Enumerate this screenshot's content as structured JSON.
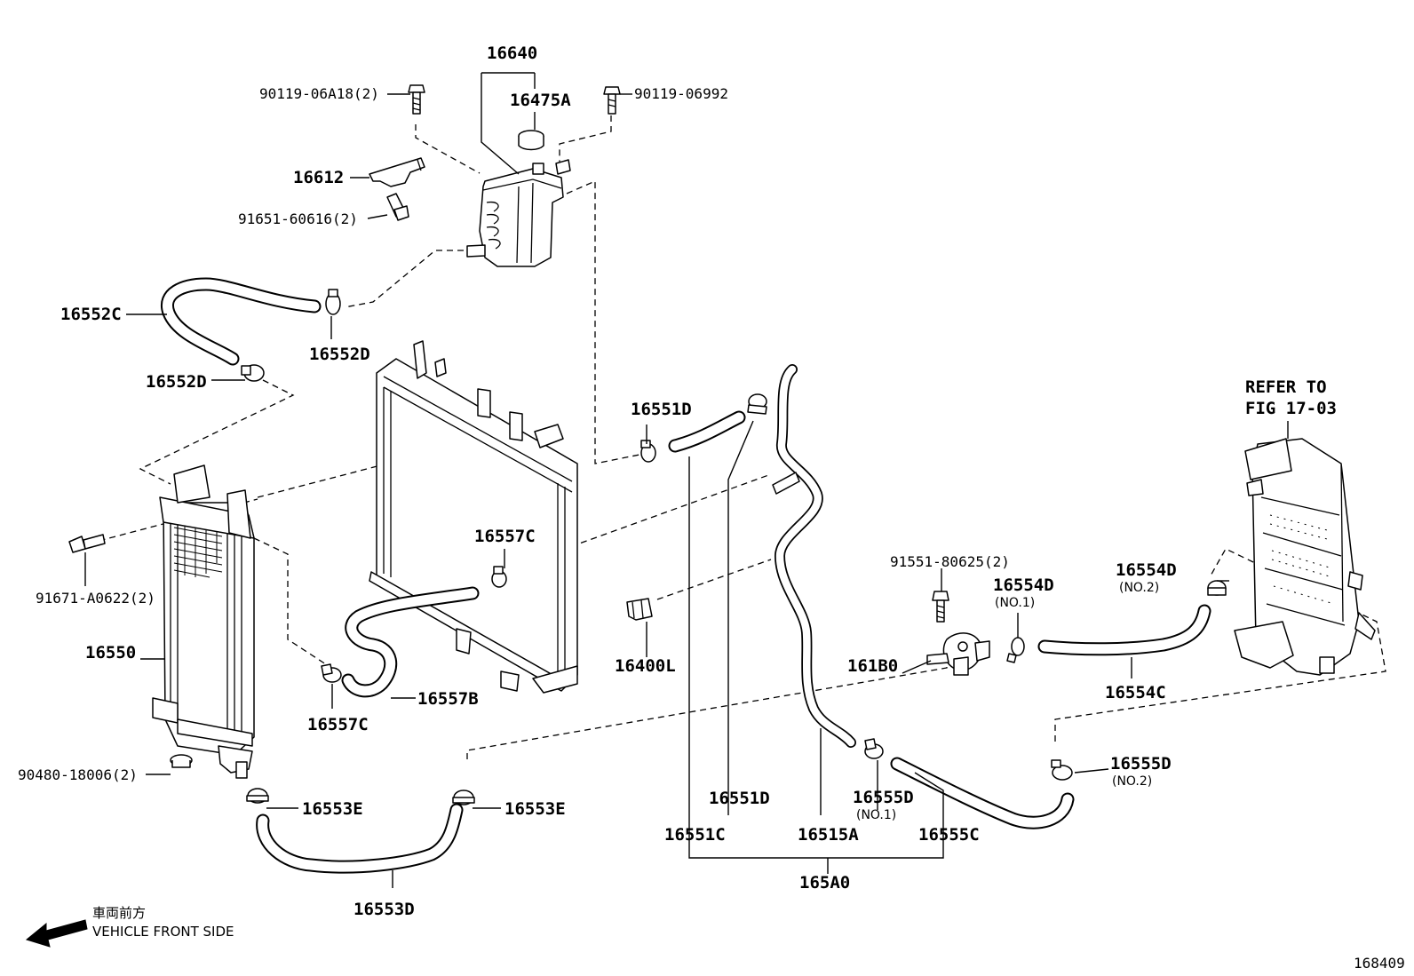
{
  "figure_number": "168409",
  "labels": {
    "p16640": "16640",
    "p16475A": "16475A",
    "p90119_06A18": "90119-06A18(2)",
    "p90119_06992": "90119-06992",
    "p16612": "16612",
    "p91651_60616": "91651-60616(2)",
    "p16552C": "16552C",
    "p16552D_top": "16552D",
    "p16552D_left": "16552D",
    "p16551D_top": "16551D",
    "p16557C_top": "16557C",
    "p16557C_bottom": "16557C",
    "p16557B": "16557B",
    "p91671_A0622": "91671-A0622(2)",
    "p16550": "16550",
    "p90480_18006": "90480-18006(2)",
    "p16553E_left": "16553E",
    "p16553E_right": "16553E",
    "p16553D": "16553D",
    "p16400L": "16400L",
    "p16551D_bottom": "16551D",
    "p16551C": "16551C",
    "p16515A": "16515A",
    "p165A0": "165A0",
    "p16555D_no1": "16555D",
    "p16555D_no1_sub": "(NO.1)",
    "p16555C": "16555C",
    "p91551_80625": "91551-80625(2)",
    "p16554D_no1": "16554D",
    "p16554D_no1_sub": "(NO.1)",
    "p161B0": "161B0",
    "p16554D_no2": "16554D",
    "p16554D_no2_sub": "(NO.2)",
    "p16554C": "16554C",
    "p16555D_no2": "16555D",
    "p16555D_no2_sub": "(NO.2)",
    "refer_line1": "REFER TO",
    "refer_line2": "FIG 17-03"
  },
  "front_note": {
    "jp": "車両前方",
    "en": "VEHICLE FRONT SIDE"
  }
}
